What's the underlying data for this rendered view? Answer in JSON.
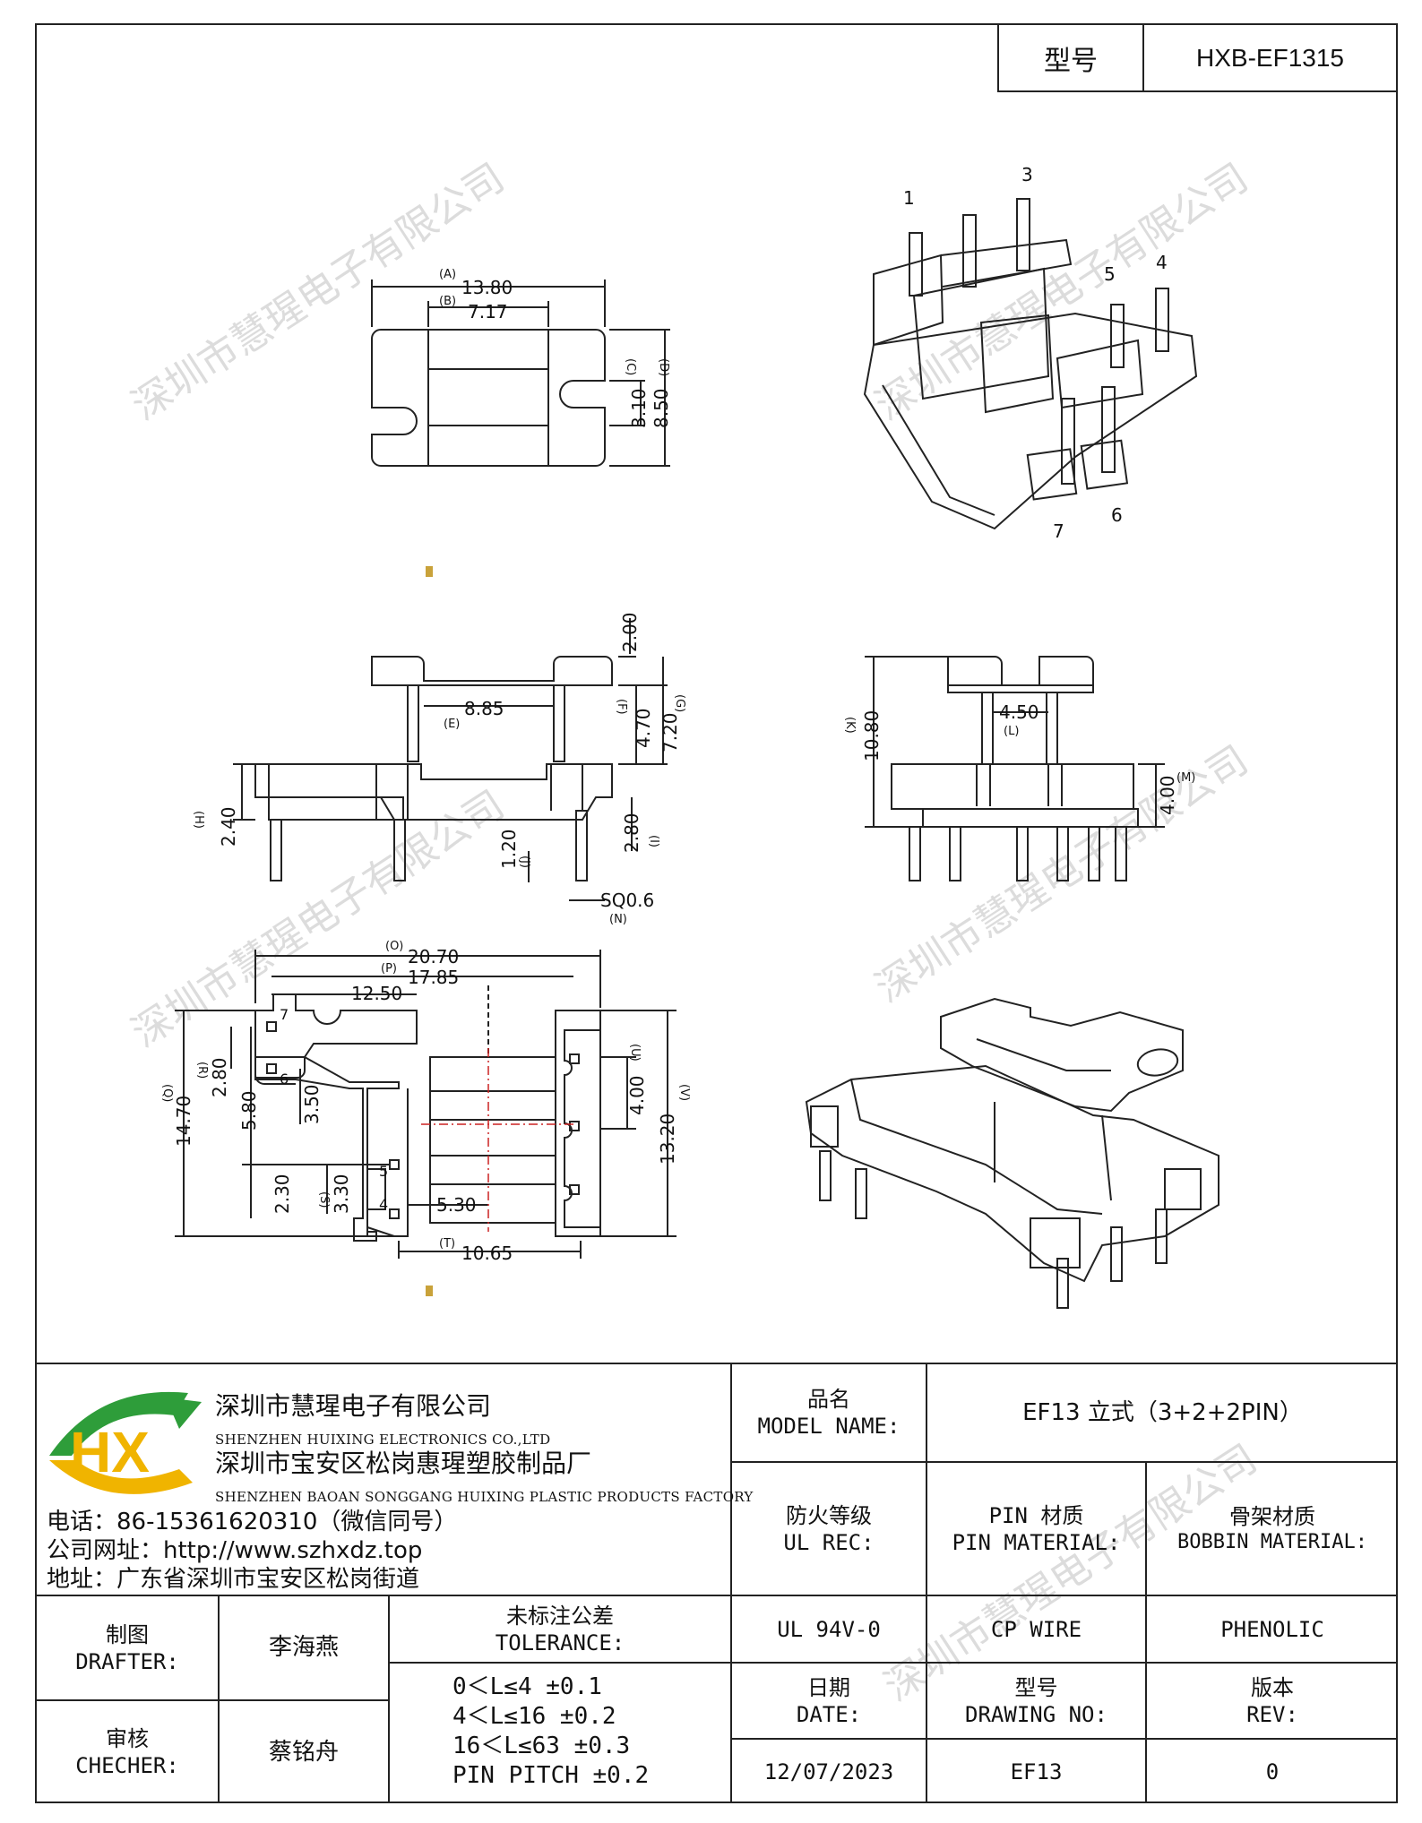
{
  "header": {
    "model_label": "型号",
    "model_value": "HXB-EF1315"
  },
  "watermark": "深圳市慧瑆电子有限公司",
  "top_view": {
    "A": "13.80",
    "B": "7.17",
    "C": "3.10",
    "D": "8.50",
    "letters": [
      "(A)",
      "(B)",
      "(C)",
      "(D)"
    ]
  },
  "iso_pins": [
    "1",
    "3",
    "5",
    "4",
    "7",
    "6"
  ],
  "side_view": {
    "top": "2.00",
    "E": "8.85",
    "F": "4.70",
    "G": "7.20",
    "H": "2.40",
    "I": "2.80",
    "J": "1.20",
    "N": "SQ0.6",
    "letters": [
      "(E)",
      "(F)",
      "(G)",
      "(H)",
      "(I)",
      "(J)",
      "(N)"
    ]
  },
  "front_view": {
    "K": "10.80",
    "L": "4.50",
    "M": "4.00",
    "letters": [
      "(K)",
      "(L)",
      "(M)"
    ]
  },
  "bottom_view": {
    "O": "20.70",
    "P": "17.85",
    "top3": "12.50",
    "Q": "14.70",
    "R": "2.80",
    "s580": "5.80",
    "s350": "3.50",
    "s230": "2.30",
    "S": "3.30",
    "s530": "5.30",
    "T": "10.65",
    "U": "4.00",
    "V": "13.20",
    "pins": [
      "7",
      "6",
      "5",
      "4"
    ],
    "letters": [
      "(O)",
      "(P)",
      "(Q)",
      "(R)",
      "(S)",
      "(T)",
      "(U)",
      "(V)"
    ]
  },
  "titleblock": {
    "logo_text": "HX",
    "company_cn": "深圳市慧瑆电子有限公司",
    "company_en": "SHENZHEN HUIXING ELECTRONICS CO.,LTD",
    "factory_cn": "深圳市宝安区松岗惠瑆塑胶制品厂",
    "factory_en": "SHENZHEN BAOAN SONGGANG HUIXING PLASTIC PRODUCTS FACTORY",
    "phone": "电话：86-15361620310（微信同号）",
    "website": "公司网址：http://www.szhxdz.top",
    "address": "地址：广东省深圳市宝安区松岗街道",
    "model_name_cn": "品名",
    "model_name_en": "MODEL NAME:",
    "model_name_value": "EF13 立式（3+2+2PIN）",
    "ul_cn": "防火等级",
    "ul_en": "UL REC:",
    "pin_mat_cn": "PIN 材质",
    "pin_mat_en": "PIN MATERIAL:",
    "bobbin_cn": "骨架材质",
    "bobbin_en": "BOBBIN MATERIAL:",
    "ul_value": "UL 94V-0",
    "pin_value": "CP WIRE",
    "bobbin_value": "PHENOLIC",
    "drafter_cn": "制图",
    "drafter_en": "DRAFTER:",
    "drafter_name": "李海燕",
    "checker_cn": "审核",
    "checker_en": "CHECHER:",
    "checker_name": "蔡铭舟",
    "tol_cn": "未标注公差",
    "tol_en": "TOLERANCE:",
    "tolerances": [
      "0＜L≤4   ±0.1",
      "4＜L≤16  ±0.2",
      "16＜L≤63 ±0.3",
      "PIN PITCH ±0.2"
    ],
    "date_cn": "日期",
    "date_en": "DATE:",
    "drawing_cn": "型号",
    "drawing_en": "DRAWING NO:",
    "rev_cn": "版本",
    "rev_en": "REV:",
    "date_value": "12/07/2023",
    "drawing_value": "EF13",
    "rev_value": "0"
  },
  "colors": {
    "line": "#222222",
    "watermark": "#d8d8d8",
    "logo_green": "#2e9d3a",
    "logo_yellow": "#f0b400",
    "center_red": "#cc2222"
  }
}
